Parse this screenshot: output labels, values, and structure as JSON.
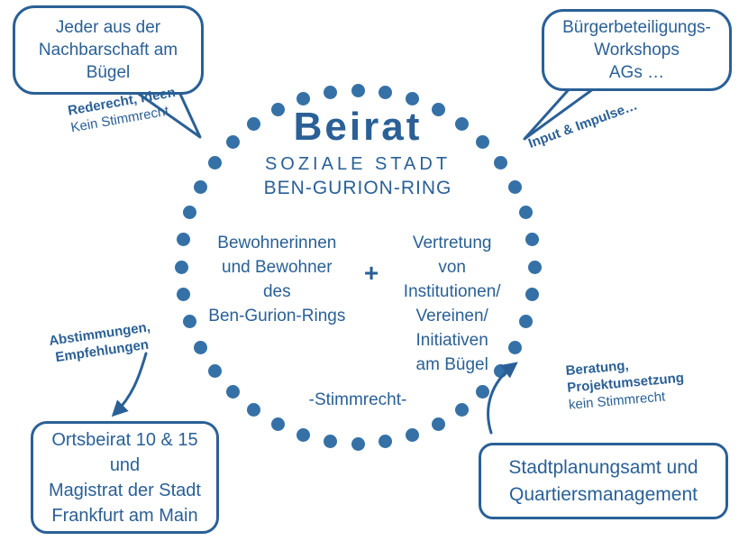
{
  "colors": {
    "blue": "#2a6096",
    "dot": "#3571a6"
  },
  "center": {
    "title": "Beirat",
    "subtitle_1": "SOZIALE STADT",
    "subtitle_2": "BEN-GURION-RING",
    "left_group": [
      "Bewohnerinnen",
      "und Bewohner",
      "des",
      "Ben-Gurion-Rings"
    ],
    "plus": "+",
    "right_group": [
      "Vertretung",
      "von",
      "Institutionen/",
      "Vereinen/",
      "Initiativen",
      "am Bügel"
    ],
    "voting_note": "-Stimmrecht-"
  },
  "bubble_top_left": {
    "lines": [
      "Jeder aus der",
      "Nachbarschaft am",
      "Bügel"
    ]
  },
  "bubble_top_right": {
    "lines": [
      "Bürgerbeteiligungs-",
      "Workshops",
      "AGs …"
    ]
  },
  "box_bottom_left": {
    "lines": [
      "Ortsbeirat 10 & 15",
      "und",
      "Magistrat der Stadt",
      "Frankfurt am Main"
    ]
  },
  "box_bottom_right": {
    "lines": [
      "Stadtplanungsamt und",
      "Quartiersmanagement"
    ]
  },
  "annotations": {
    "top_left": {
      "emphasis": "Rederecht, Ideen",
      "note": "Kein Stimmrecht"
    },
    "top_right": {
      "emphasis": "Input & Impulse…"
    },
    "bottom_left": {
      "emphasis_lines": [
        "Abstimmungen,",
        "Empfehlungen"
      ]
    },
    "bottom_right": {
      "emphasis_lines": [
        "Beratung,",
        "Projektumsetzung"
      ],
      "note": "kein Stimmrecht"
    }
  }
}
